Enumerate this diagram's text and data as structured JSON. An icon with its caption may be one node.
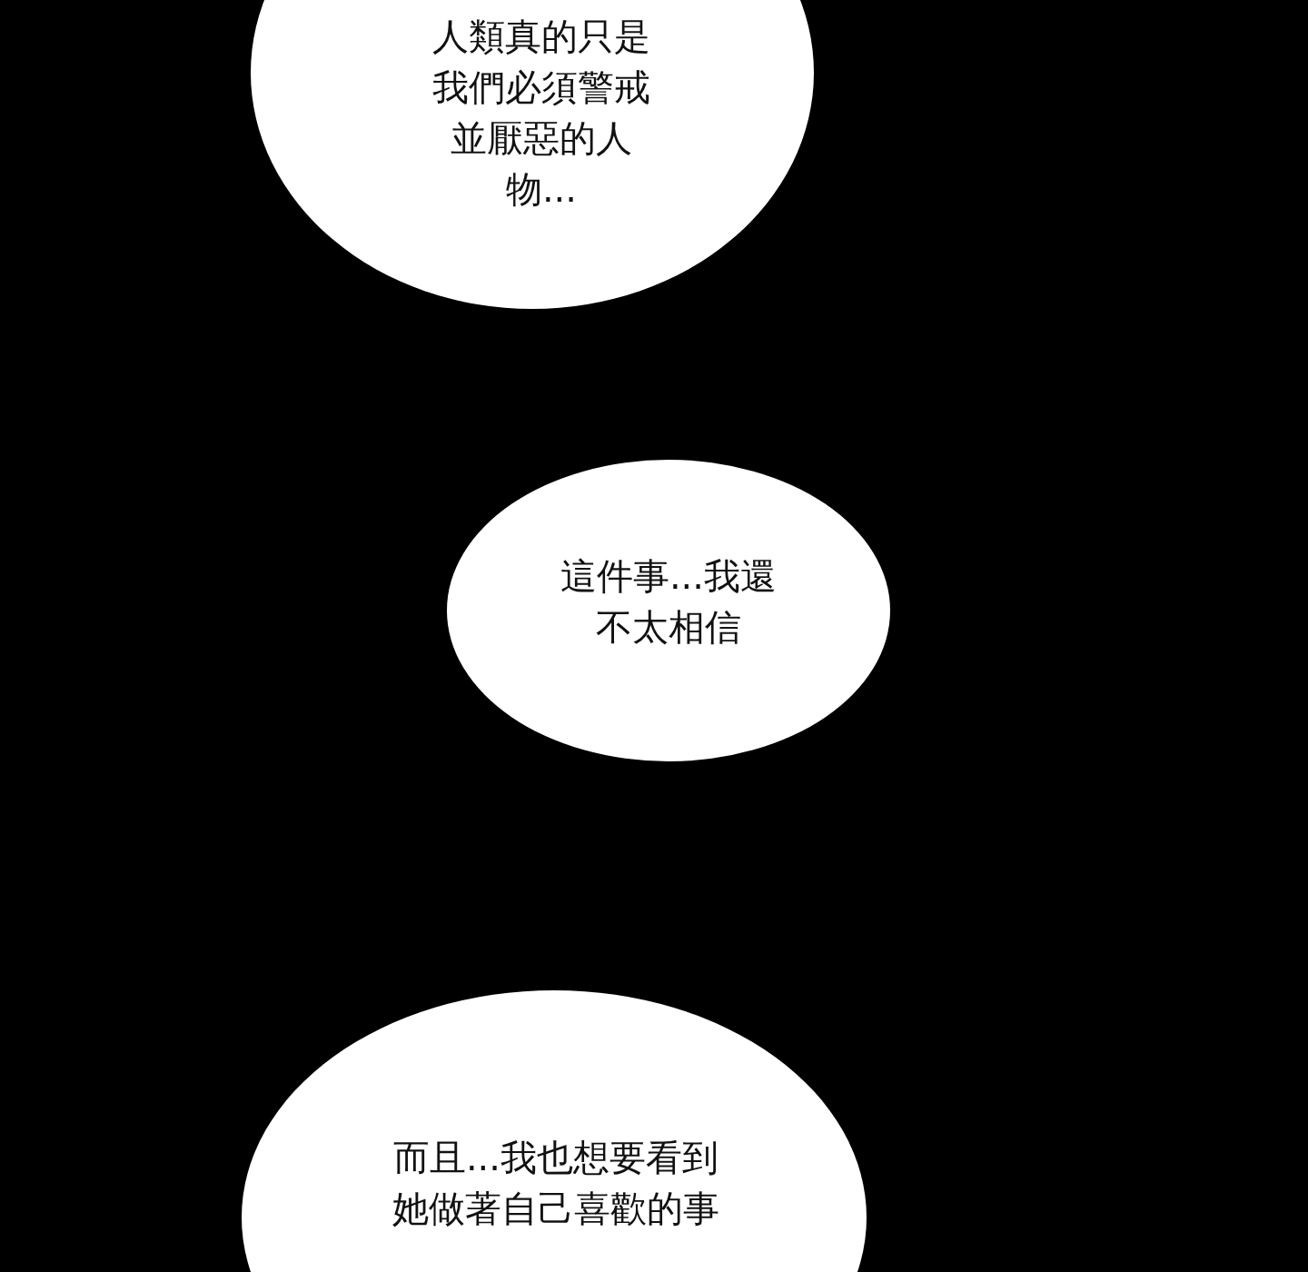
{
  "diagram": {
    "nodes": [
      {
        "text": [
          "人類真的只是我們必須警戒並厭惡的人物..."
        ]
      },
      {
        "text": [
          "這件事...我還不太相信"
        ]
      },
      {
        "text": [
          "而且...我也想要看到她做著自己喜歡的事"
        ]
      }
    ]
  }
}
